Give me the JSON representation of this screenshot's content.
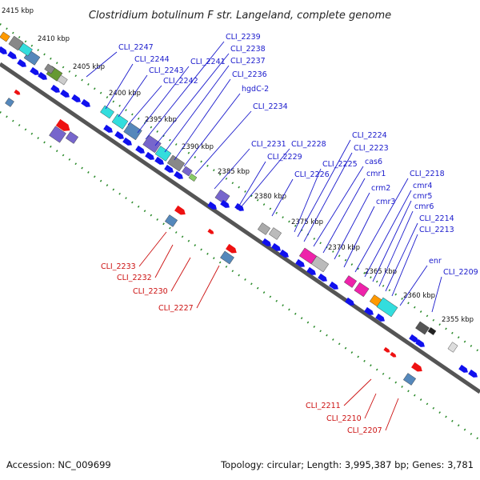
{
  "title": "Clostridium botulinum F str. Langeland, complete genome",
  "footer": {
    "accession": "Accession: NC_009699",
    "summary": "Topology: circular; Length: 3,995,387 bp; Genes: 3,781"
  },
  "ticks": [
    "2415 kbp",
    "2410 kbp",
    "2405 kbp",
    "2400 kbp",
    "2395 kbp",
    "2390 kbp",
    "2385 kbp",
    "2380 kbp",
    "2375 kbp",
    "2370 kbp",
    "2365 kbp",
    "2360 kbp",
    "2355 kbp"
  ],
  "top_labels": [
    "CLI_2247",
    "CLI_2244",
    "CLI_2243",
    "CLI_2242",
    "CLI_2241",
    "CLI_2239",
    "CLI_2238",
    "CLI_2237",
    "CLI_2236",
    "hgdC-2",
    "CLI_2234",
    "CLI_2231",
    "CLI_2228",
    "CLI_2229",
    "CLI_2226",
    "CLI_2225",
    "CLI_2224",
    "CLI_2223",
    "cas6",
    "cmr1",
    "crm2",
    "cmr3",
    "CLI_2218",
    "cmr4",
    "cmr5",
    "cmr6",
    "CLI_2214",
    "CLI_2213",
    "enr",
    "CLI_2209"
  ],
  "bottom_labels": [
    "CLI_2233",
    "CLI_2232",
    "CLI_2230",
    "CLI_2227",
    "CLI_2211",
    "CLI_2210",
    "CLI_2207"
  ],
  "colors": {
    "backbone": "#555555",
    "forward_arrow": "#1010ee",
    "reverse_arrow": "#ee1111",
    "dotted_track": "#2a8a2a",
    "top_label": "#1a1acc",
    "bottom_label": "#cc1111",
    "cyan": "#33dddd",
    "magenta": "#ee22aa",
    "purple": "#7766cc",
    "steel": "#5588bb",
    "gray": "#888888",
    "orange": "#ff9900",
    "olive": "#669933"
  }
}
